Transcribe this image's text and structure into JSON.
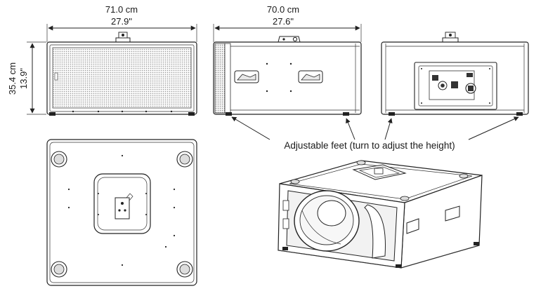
{
  "dimensions": {
    "width_cm": "71.0 cm",
    "width_in": "27.9\"",
    "depth_cm": "70.0 cm",
    "depth_in": "27.6\"",
    "height_cm": "35.4 cm",
    "height_in": "13.9\""
  },
  "callout": {
    "label": "Adjustable feet (turn to adjust the height)"
  }
}
